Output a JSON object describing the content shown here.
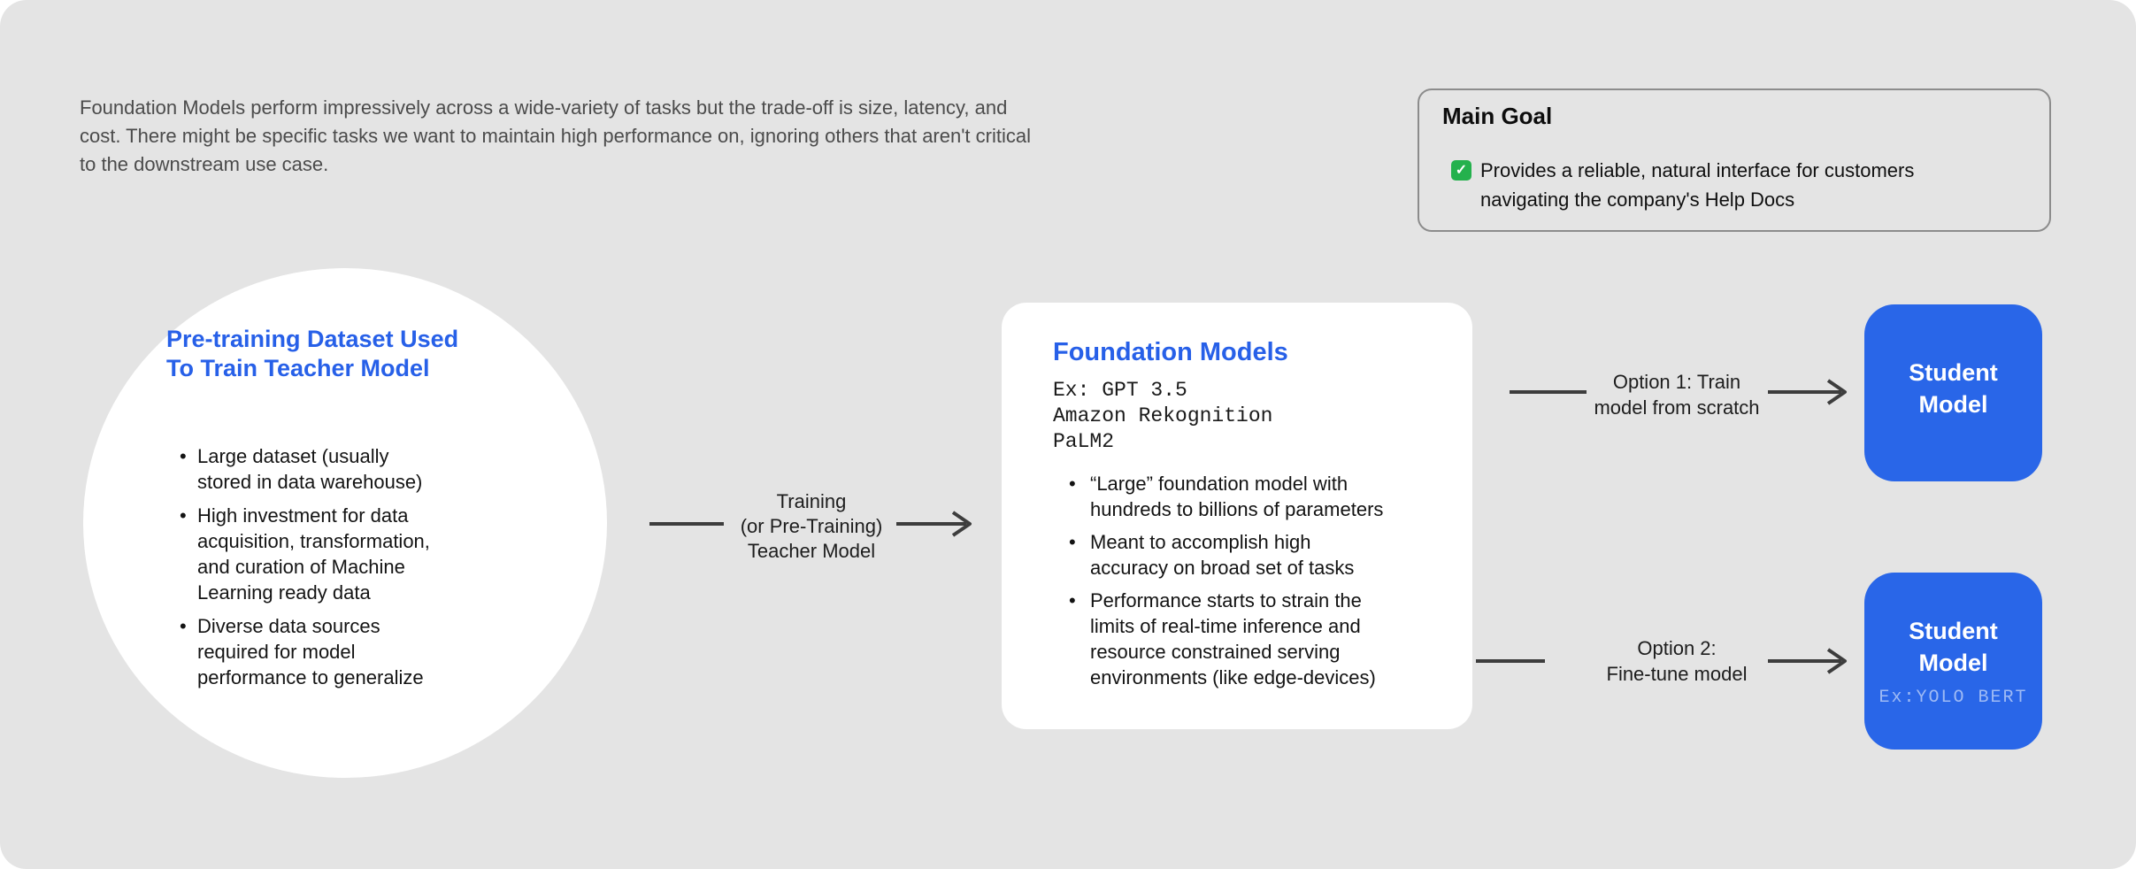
{
  "intro": {
    "lines": [
      "Foundation Models perform impressively across a wide-variety of tasks but the trade-off is size, latency, and",
      "cost. There might be specific tasks we want to maintain high performance on, ignoring others that aren't critical",
      "to the downstream use case."
    ]
  },
  "main_goal": {
    "title": "Main Goal",
    "check_glyph": "✓",
    "item_lines": [
      "Provides a reliable, natural interface for customers",
      "navigating the company's Help Docs"
    ]
  },
  "teacher_circle": {
    "title_lines": [
      "Pre-training Dataset Used",
      "To Train Teacher Model"
    ],
    "bullets": [
      [
        "Large dataset (usually",
        "stored in data warehouse)"
      ],
      [
        "High investment for data",
        "acquisition, transformation,",
        "and curation of Machine",
        "Learning ready data"
      ],
      [
        "Diverse data sources",
        "required for model",
        "performance to generalize"
      ]
    ]
  },
  "training_arrow": {
    "label_lines": [
      "Training",
      "(or Pre-Training)",
      "Teacher Model"
    ]
  },
  "foundation_box": {
    "title": "Foundation Models",
    "examples": [
      "Ex: GPT 3.5",
      "Amazon Rekognition",
      "PaLM2"
    ],
    "bullets": [
      [
        "“Large” foundation model with",
        "hundreds to billions of parameters"
      ],
      [
        "Meant to accomplish high",
        "accuracy on broad set of tasks"
      ],
      [
        "Performance starts to strain the",
        "limits of real-time inference and",
        "resource constrained serving",
        "environments (like edge-devices)"
      ]
    ]
  },
  "option1": {
    "label_lines": [
      "Option 1: Train",
      "model from scratch"
    ]
  },
  "option2": {
    "label_lines": [
      "Option 2:",
      "Fine-tune model"
    ]
  },
  "student_model_1": {
    "title_lines": [
      "Student",
      "Model"
    ]
  },
  "student_model_2": {
    "title_lines": [
      "Student",
      "Model"
    ],
    "example": "Ex:YOLO BERT"
  },
  "colors": {
    "canvas_bg": "#e4e4e4",
    "card_bg": "#ffffff",
    "accent_blue_text": "#2760e8",
    "student_box_blue": "#2966e8",
    "arrow_gray": "#3d3d3d",
    "check_green": "#24b14d",
    "goal_border_gray": "#8c8c8c"
  }
}
